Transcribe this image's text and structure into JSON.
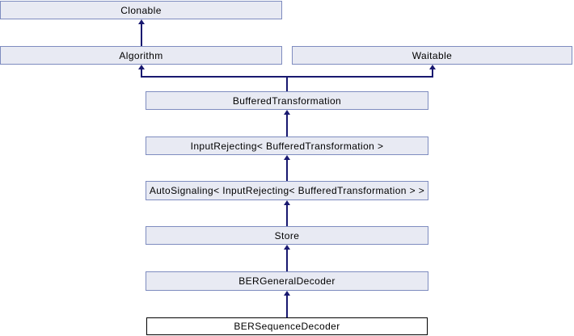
{
  "diagram": {
    "type": "class-inheritance-diagram",
    "nodes": {
      "clonable": {
        "label": "Clonable"
      },
      "algorithm": {
        "label": "Algorithm"
      },
      "waitable": {
        "label": "Waitable"
      },
      "buffered_transformation": {
        "label": "BufferedTransformation"
      },
      "input_rejecting": {
        "label": "InputRejecting< BufferedTransformation >"
      },
      "auto_signaling": {
        "label": "AutoSignaling< InputRejecting< BufferedTransformation > >"
      },
      "store": {
        "label": "Store"
      },
      "ber_general_decoder": {
        "label": "BERGeneralDecoder"
      },
      "ber_sequence_decoder": {
        "label": "BERSequenceDecoder",
        "current": true
      }
    },
    "edges": [
      {
        "from": "algorithm",
        "to": "clonable"
      },
      {
        "from": "buffered_transformation",
        "to": "algorithm"
      },
      {
        "from": "buffered_transformation",
        "to": "waitable"
      },
      {
        "from": "input_rejecting",
        "to": "buffered_transformation"
      },
      {
        "from": "auto_signaling",
        "to": "input_rejecting"
      },
      {
        "from": "store",
        "to": "auto_signaling"
      },
      {
        "from": "ber_general_decoder",
        "to": "store"
      },
      {
        "from": "ber_sequence_decoder",
        "to": "ber_general_decoder"
      }
    ],
    "colors": {
      "node_fill": "#E8EAF3",
      "node_border": "#7E8CBF",
      "current_node_fill": "#FFFFFF",
      "current_node_border": "#000000",
      "edge": "#191970",
      "text": "#000000",
      "background": "#FFFFFF"
    }
  }
}
